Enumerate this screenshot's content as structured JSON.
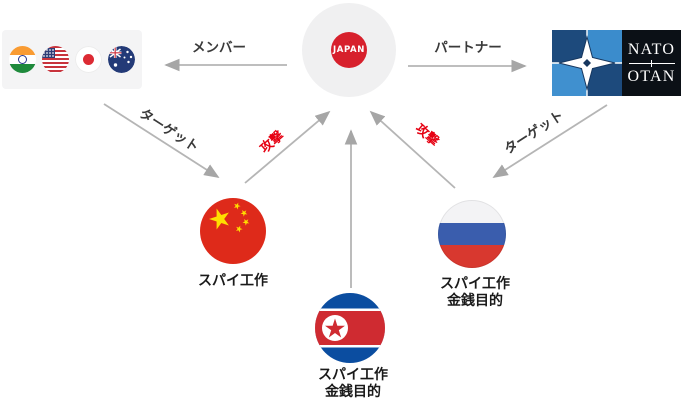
{
  "japan": {
    "label": "JAPAN"
  },
  "quad": {
    "flags": [
      {
        "name": "india"
      },
      {
        "name": "usa"
      },
      {
        "name": "japan"
      },
      {
        "name": "australia"
      }
    ]
  },
  "nato": {
    "top": "NATO",
    "bottom": "OTAN"
  },
  "edges": {
    "member": {
      "label": "メンバー"
    },
    "partner": {
      "label": "パートナー"
    },
    "target_left": {
      "label": "ターゲット"
    },
    "target_right": {
      "label": "ターゲット"
    },
    "attack_left": {
      "label": "攻撃"
    },
    "attack_right": {
      "label": "攻撃"
    }
  },
  "nodes": {
    "china": {
      "label": "スパイ工作"
    },
    "russia": {
      "label": "スパイ工作",
      "sublabel": "金銭目的"
    },
    "north_korea": {
      "label": "スパイ工作",
      "sublabel": "金銭目的"
    }
  },
  "colors": {
    "arrow": "#b5b5b5",
    "attack_text": "#e60012",
    "label_text": "#3a3a3a",
    "japan_red": "#d7202c",
    "japan_circle_bg": "#f0f0f1",
    "quad_box_bg": "#f4f4f5",
    "china_red": "#de2a1a",
    "china_star_yellow": "#ffde00",
    "russia_blue": "#3a5dad",
    "russia_red": "#d8382f",
    "nk_blue": "#0b4da0",
    "nk_red": "#cf2b31",
    "nato_dark_blue": "#1d4a7c",
    "nato_light_blue": "#3b8ccc",
    "nato_black": "#0b1016"
  }
}
